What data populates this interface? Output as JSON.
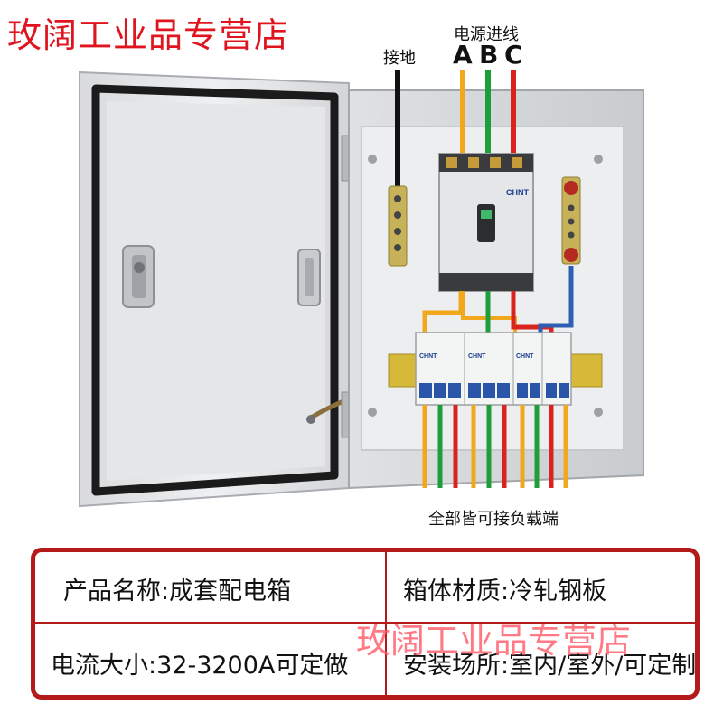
{
  "shop_name_top": "玫阔工业品专营店",
  "shop_name_watermark": "玫阔工业品专营店",
  "labels": {
    "ground": "接地",
    "power_in": "电源进线",
    "phase_a": "A",
    "phase_b": "B",
    "phase_c": "C",
    "load_terminals": "全部皆可接负载端"
  },
  "breaker_brand": "CHNT",
  "specs": {
    "product_name": "产品名称:成套配电箱",
    "material": "箱体材质:冷轧钢板",
    "current": "电流大小:32-3200A可定做",
    "install": "安装场所:室内/室外/可定制"
  },
  "colors": {
    "brand_red": "#e0141e",
    "phase_a": "#f2a81d",
    "phase_b": "#1e9e3a",
    "phase_c": "#d9231d",
    "neutral": "#2e5fb4",
    "ground": "#111111",
    "din_rail": "#d7b93a"
  }
}
